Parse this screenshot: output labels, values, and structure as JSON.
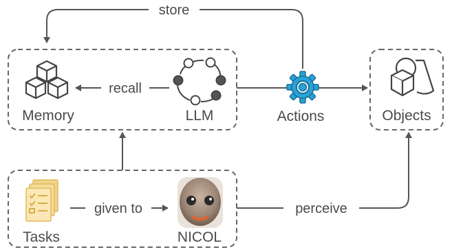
{
  "nodes": {
    "memory": "Memory",
    "llm": "LLM",
    "actions": "Actions",
    "objects": "Objects",
    "tasks": "Tasks",
    "nicol": "NICOL"
  },
  "edges": {
    "store": "store",
    "recall": "recall",
    "given_to": "given to",
    "perceive": "perceive"
  },
  "icons": {
    "memory": "cubes-icon",
    "llm": "cycle-nodes-icon",
    "actions": "gear-icon",
    "objects": "shapes-icon",
    "tasks": "checklist-documents-icon",
    "nicol": "robot-face-icon"
  },
  "colors": {
    "line": "#555555",
    "text": "#4a4a4a",
    "gear": "#29a3d6",
    "gear_dark": "#1a6e99",
    "docs": "#f5d78c",
    "face": "#a08a78"
  }
}
